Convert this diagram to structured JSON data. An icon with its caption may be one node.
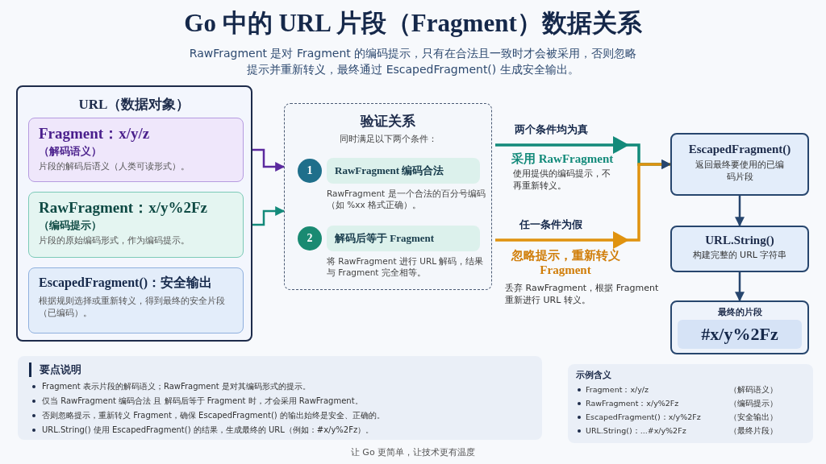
{
  "diagram": {
    "title": "Go 中的 URL 片段（Fragment）数据关系",
    "nodes": [
      {
        "text": [
          "URL（数据对象）"
        ]
      },
      {
        "text": [
          "Fragment：x/y/z",
          "（解码语义）",
          "片段的解码后语义（人类可读形式）。"
        ],
        "in": 0
      },
      {
        "text": [
          "RawFragment：x/y%2Fz",
          "（编码提示）",
          "片段的原始编码形式，作为编码提示。"
        ],
        "in": 0
      },
      {
        "text": [
          "EscapedFragment()：安全输出",
          "根据规则选择或重新转义，得到最终的安全片段（已编码）。"
        ],
        "in": 0
      },
      {
        "text": [
          "验证关系",
          "同时满足以下两个条件："
        ]
      },
      {
        "text": [
          "1"
        ],
        "in": 4
      },
      {
        "text": [
          "RawFragment 编码合法"
        ],
        "in": 4,
        "beside": [
          "RawFragment 是一个合法的百分号编码（如 %xx 格式正确）。"
        ]
      },
      {
        "text": [
          "2"
        ],
        "in": 4
      },
      {
        "text": [
          "解码后等于 Fragment"
        ],
        "in": 4,
        "beside": [
          "将 RawFragment 进行 URL 解码，结果与 Fragment 完全相等。"
        ]
      },
      {
        "text": [
          "EscapedFragment()",
          "返回最终要使用的已编码片段"
        ]
      },
      {
        "text": [
          "URL.String()",
          "构建完整的 URL 字符串"
        ]
      },
      {
        "text": [
          "最终的片段"
        ]
      },
      {
        "text": [
          "#x/y%2Fz"
        ],
        "in": 11
      },
      {
        "text": [
          "要点说明",
          "Fragment 表示片段的解码语义；RawFragment 是对其编码形式的提示。",
          "仅当 RawFragment 编码合法 且 解码后等于 Fragment 时，才会采用 RawFragment。",
          "否则忽略提示，重新转义 Fragment，确保 EscapedFragment() 的输出始终是安全、正确的。",
          "URL.String() 使用 EscapedFragment() 的结果，生成最终的 URL（例如：#x/y%2Fz）。"
        ]
      },
      {
        "text": [
          "示例含义",
          "Fragment：x/y/z",
          "（解码语义）",
          "RawFragment：x/y%2Fz",
          "（编码提示）",
          "EscapedFragment()：x/y%2Fz",
          "（安全输出）",
          "URL.String()：...#x/y%2Fz",
          "（最终片段）"
        ]
      }
    ],
    "edges": [
      {
        "from": 1,
        "to": 4,
        "arrow": "to",
        "color": "#5b2a9e"
      },
      {
        "from": 2,
        "to": 4,
        "arrow": "to",
        "color": "#138a7a"
      },
      {
        "from": 4,
        "to": 9,
        "arrow": "to",
        "label": "两个条件均为真",
        "color": "#138a7a"
      },
      {
        "from": 4,
        "to": 9,
        "arrow": "to",
        "label": "任一条件为假",
        "color": "#e0930f"
      },
      {
        "from": 9,
        "to": 10,
        "arrow": "to"
      },
      {
        "from": 10,
        "to": 11,
        "arrow": "to"
      }
    ],
    "labels": [
      "RawFragment 是对 Fragment 的编码提示，只有在合法且一致时才会被采用，否则忽略提示并重新转义，最终通过 EscapedFragment() 生成安全输出。",
      "采用 RawFragment",
      "使用提供的编码提示，不再重新转义。",
      "忽略提示，重新转义 Fragment",
      "丢弃 RawFragment，根据 Fragment 重新进行 URL 转义。",
      "让 Go 更简单，让技术更有温度"
    ]
  }
}
